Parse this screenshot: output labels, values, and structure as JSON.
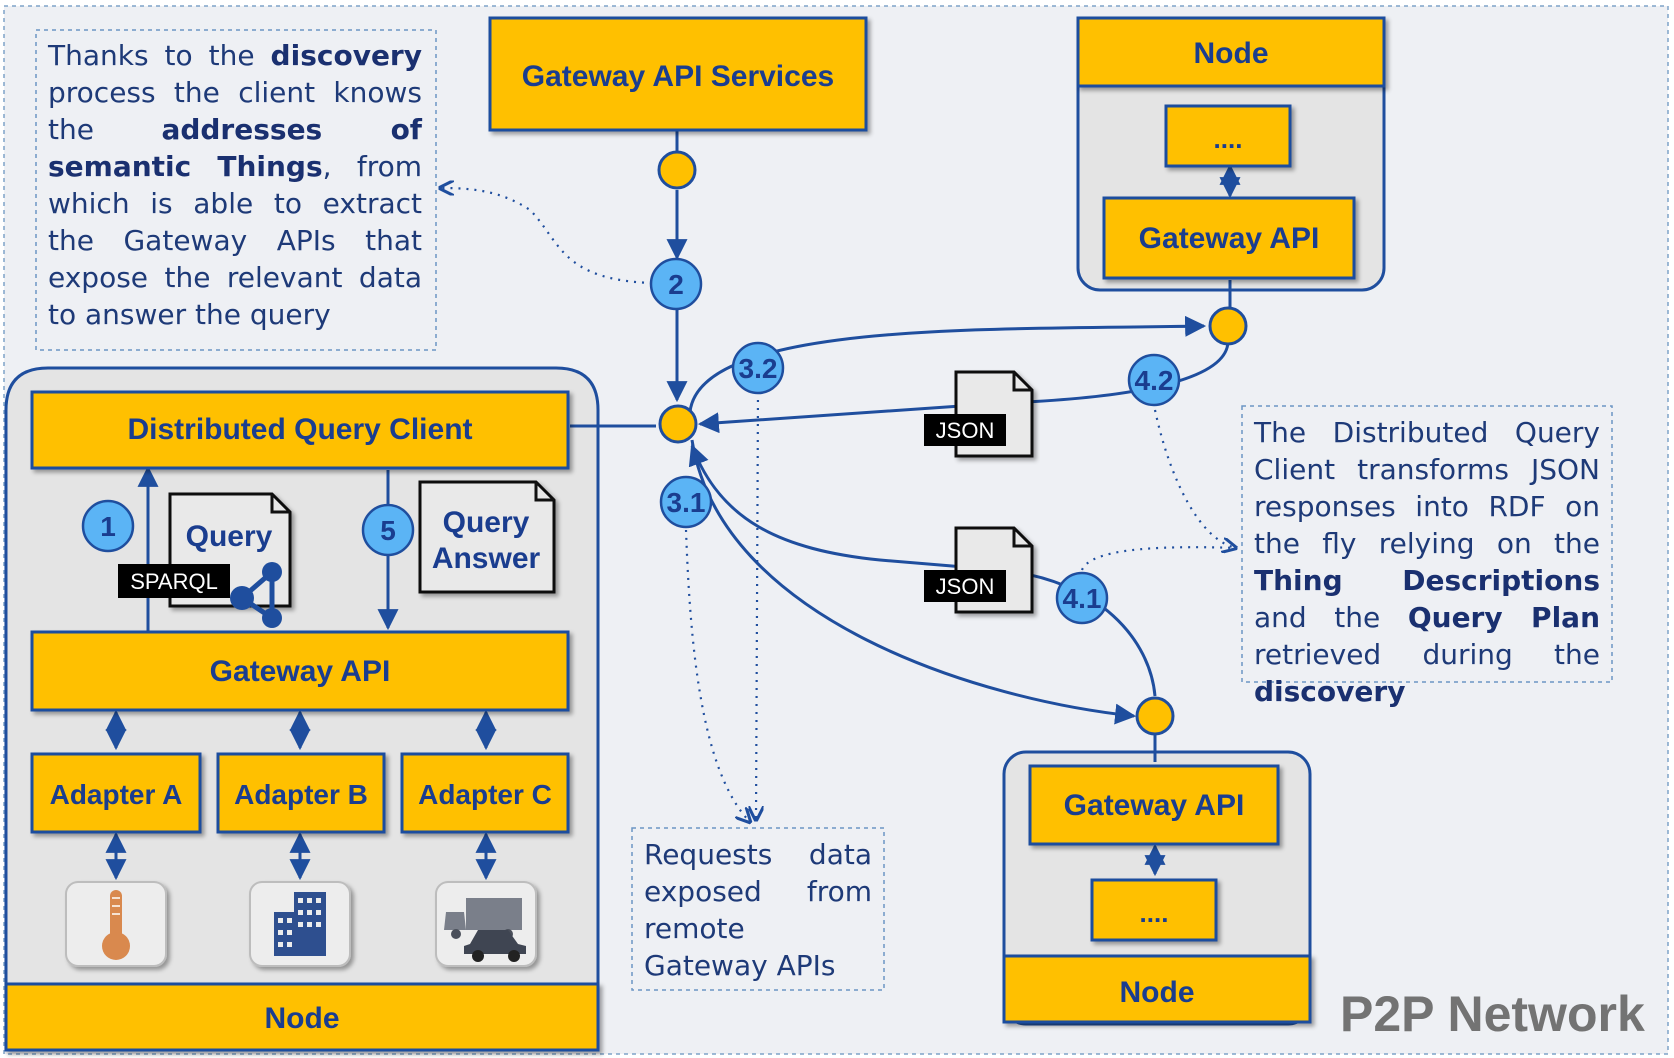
{
  "boxes": {
    "gateway_api_services": "Gateway API Services",
    "top_node_title": "Node",
    "top_node_inner": "....",
    "top_node_gateway": "Gateway API",
    "dqc": "Distributed Query Client",
    "local_gateway": "Gateway API",
    "adapter_a": "Adapter A",
    "adapter_b": "Adapter B",
    "adapter_c": "Adapter C",
    "local_node": "Node",
    "bottom_gateway": "Gateway API",
    "bottom_inner": "....",
    "bottom_node": "Node"
  },
  "documents": {
    "query": "Query",
    "sparql_tag": "SPARQL",
    "answer_line1": "Query",
    "answer_line2": "Answer",
    "json1": "JSON",
    "json2": "JSON"
  },
  "steps": [
    "1",
    "2",
    "3.1",
    "3.2",
    "4.1",
    "4.2",
    "5"
  ],
  "notes": {
    "discovery": {
      "p1": "Thanks to the ",
      "b1": "discovery",
      "p2": " process the client knows the ",
      "b2": "addresses of semantic Things",
      "p3": ", from which is able to extract the Gateway APIs that expose the relevant data to answer the query"
    },
    "requests": "Requests data exposed from remote Gateway APIs",
    "transform": {
      "p1": "The Distributed Query Client transforms JSON responses into RDF on the fly relying on the ",
      "b1": "Thing Descriptions",
      "p2": " and the ",
      "b2": "Query Plan",
      "p3": " retrieved during the ",
      "b3": "discovery"
    }
  },
  "network_label": "P2P Network",
  "icons": [
    "thermometer-icon",
    "buildings-icon",
    "vehicles-icon",
    "share-icon"
  ],
  "colors": {
    "box_fill": "#FFC000",
    "box_text": "#1A3D8F",
    "connector": "#1F4E9E",
    "badge": "#5BB4F5",
    "node_panel": "#E4E4E4",
    "background": "#EEF0F4"
  }
}
